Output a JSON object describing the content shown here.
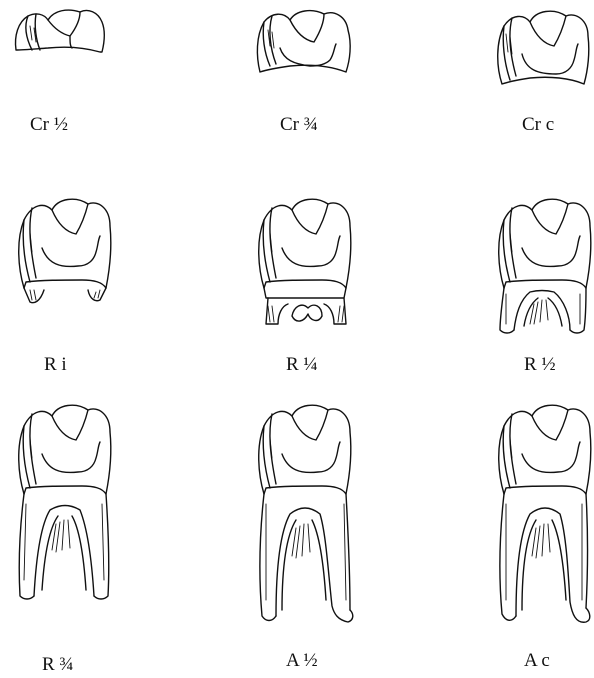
{
  "figure": {
    "stages": [
      {
        "id": "cr-half",
        "label": "Cr ½"
      },
      {
        "id": "cr-three-quarter",
        "label": "Cr ¾"
      },
      {
        "id": "cr-complete",
        "label": "Cr c"
      },
      {
        "id": "r-initial",
        "label": "R i"
      },
      {
        "id": "r-quarter",
        "label": "R ¼"
      },
      {
        "id": "r-half",
        "label": "R ½"
      },
      {
        "id": "r-three-quarter",
        "label": "R ¾"
      },
      {
        "id": "a-half",
        "label": "A ½"
      },
      {
        "id": "a-complete",
        "label": "A c"
      }
    ]
  }
}
